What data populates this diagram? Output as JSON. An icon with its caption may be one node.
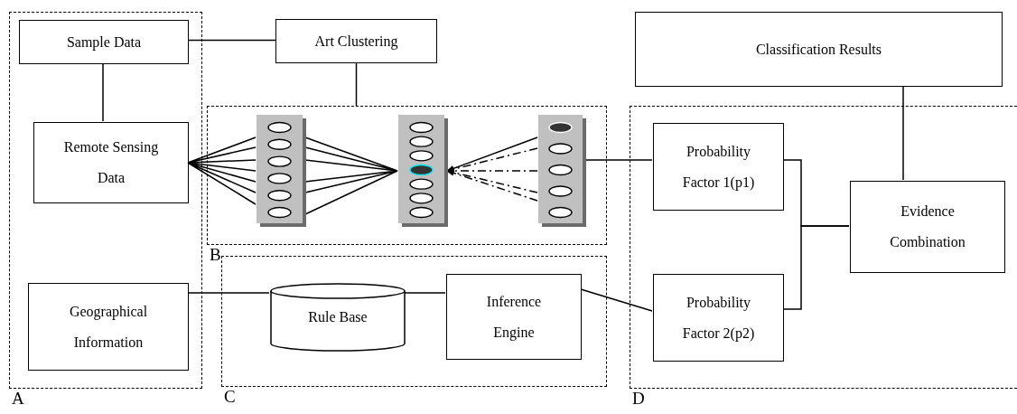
{
  "diagram": {
    "nodes": [
      {
        "text": [],
        "shape": "box",
        "beside": [
          "A"
        ]
      },
      {
        "text": [
          "Sample Data"
        ],
        "in": 0
      },
      {
        "text": [
          "Art Clustering"
        ]
      },
      {
        "text": [
          "Remote Sensing Data"
        ],
        "in": 0
      },
      {
        "text": [
          "Geographical Information"
        ],
        "in": 0
      },
      {
        "text": [],
        "shape": "box",
        "beside": [
          "B"
        ]
      },
      {
        "text": [],
        "shape": "bar",
        "in": 5
      },
      {
        "text": [],
        "shape": "bar",
        "in": 5
      },
      {
        "text": [],
        "shape": "bar",
        "in": 5
      },
      {
        "text": [],
        "shape": "box",
        "beside": [
          "C"
        ]
      },
      {
        "text": [
          "Rule Base"
        ],
        "in": 9
      },
      {
        "text": [
          "Inference Engine"
        ],
        "in": 9
      },
      {
        "text": [],
        "shape": "box",
        "beside": [
          "D"
        ]
      },
      {
        "text": [
          "Classification Results"
        ]
      },
      {
        "text": [
          "Probability Factor 1(p1)"
        ],
        "in": 12
      },
      {
        "text": [
          "Probability Factor 2(p2)"
        ],
        "in": 12
      },
      {
        "text": [
          "Evidence Combination"
        ],
        "in": 12
      }
    ],
    "edges": [
      {
        "from": 1,
        "to": 2,
        "arrow": "none"
      },
      {
        "from": 1,
        "to": 3,
        "arrow": "none"
      },
      {
        "from": 2,
        "to": 5,
        "arrow": "none"
      },
      {
        "from": 3,
        "to": 6,
        "arrow": "none"
      },
      {
        "from": 6,
        "to": 7,
        "arrow": "none"
      },
      {
        "from": 8,
        "to": 7,
        "arrow": "to"
      },
      {
        "from": 8,
        "to": 7,
        "arrow": "to",
        "style": "dashed"
      },
      {
        "from": 8,
        "to": 14,
        "arrow": "none"
      },
      {
        "from": 4,
        "to": 10,
        "arrow": "none"
      },
      {
        "from": 10,
        "to": 11,
        "arrow": "none"
      },
      {
        "from": 11,
        "to": 15,
        "arrow": "none"
      },
      {
        "from": 14,
        "to": 16,
        "arrow": "none"
      },
      {
        "from": 15,
        "to": 16,
        "arrow": "none"
      },
      {
        "from": 16,
        "to": 13,
        "arrow": "none"
      }
    ]
  }
}
